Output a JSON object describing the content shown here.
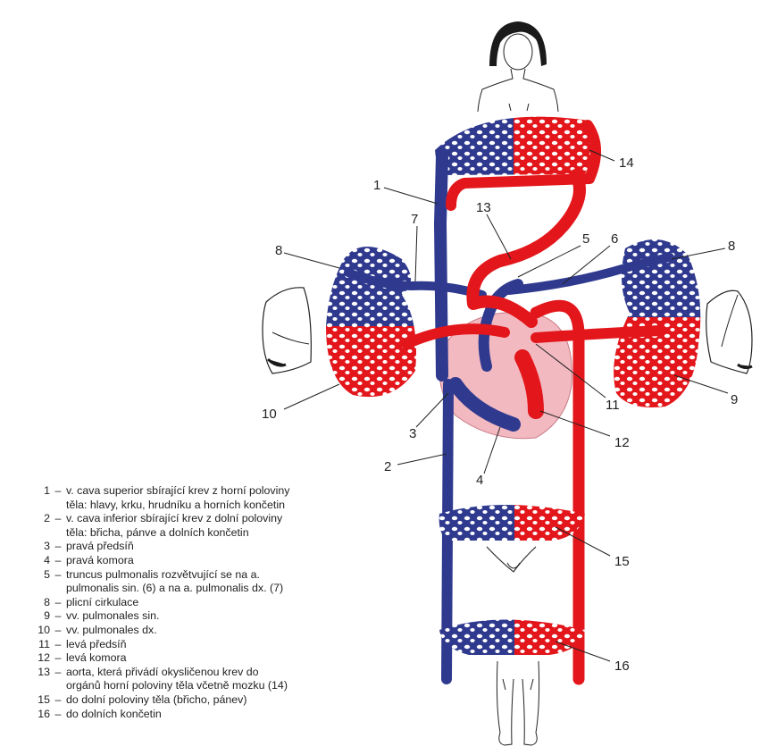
{
  "diagram": {
    "colors": {
      "venous": "#2f3a8f",
      "arterial": "#e3161b",
      "heart_background": "#f2b9c1",
      "outline": "#222222"
    },
    "callouts": [
      "1",
      "2",
      "3",
      "4",
      "5",
      "6",
      "7",
      "8",
      "8",
      "9",
      "10",
      "11",
      "12",
      "13",
      "14",
      "15",
      "16"
    ],
    "legend": [
      {
        "num": "1",
        "text": "v. cava superior sbírající krev z horní poloviny",
        "cont": "těla: hlavy, krku, hrudníku a horních končetin"
      },
      {
        "num": "2",
        "text": "v. cava inferior sbírající krev z dolní poloviny",
        "cont": "těla: břicha, pánve a dolních končetin"
      },
      {
        "num": "3",
        "text": "pravá předsíň"
      },
      {
        "num": "4",
        "text": "pravá komora"
      },
      {
        "num": "5",
        "text": "truncus pulmonalis rozvětvující se na a.",
        "cont": "pulmonalis sin. (6) a na a. pulmonalis dx. (7)"
      },
      {
        "num": "8",
        "text": "plicní cirkulace"
      },
      {
        "num": "9",
        "text": "vv. pulmonales sin."
      },
      {
        "num": "10",
        "text": "vv. pulmonales dx."
      },
      {
        "num": "11",
        "text": "levá předsíň"
      },
      {
        "num": "12",
        "text": "levá komora"
      },
      {
        "num": "13",
        "text": "aorta, která přivádí okysličenou krev do",
        "cont": "orgánů horní poloviny těla včetně mozku (14)"
      },
      {
        "num": "15",
        "text": "do dolní poloviny těla (břicho, pánev)"
      },
      {
        "num": "16",
        "text": "do dolních končetin"
      }
    ]
  }
}
